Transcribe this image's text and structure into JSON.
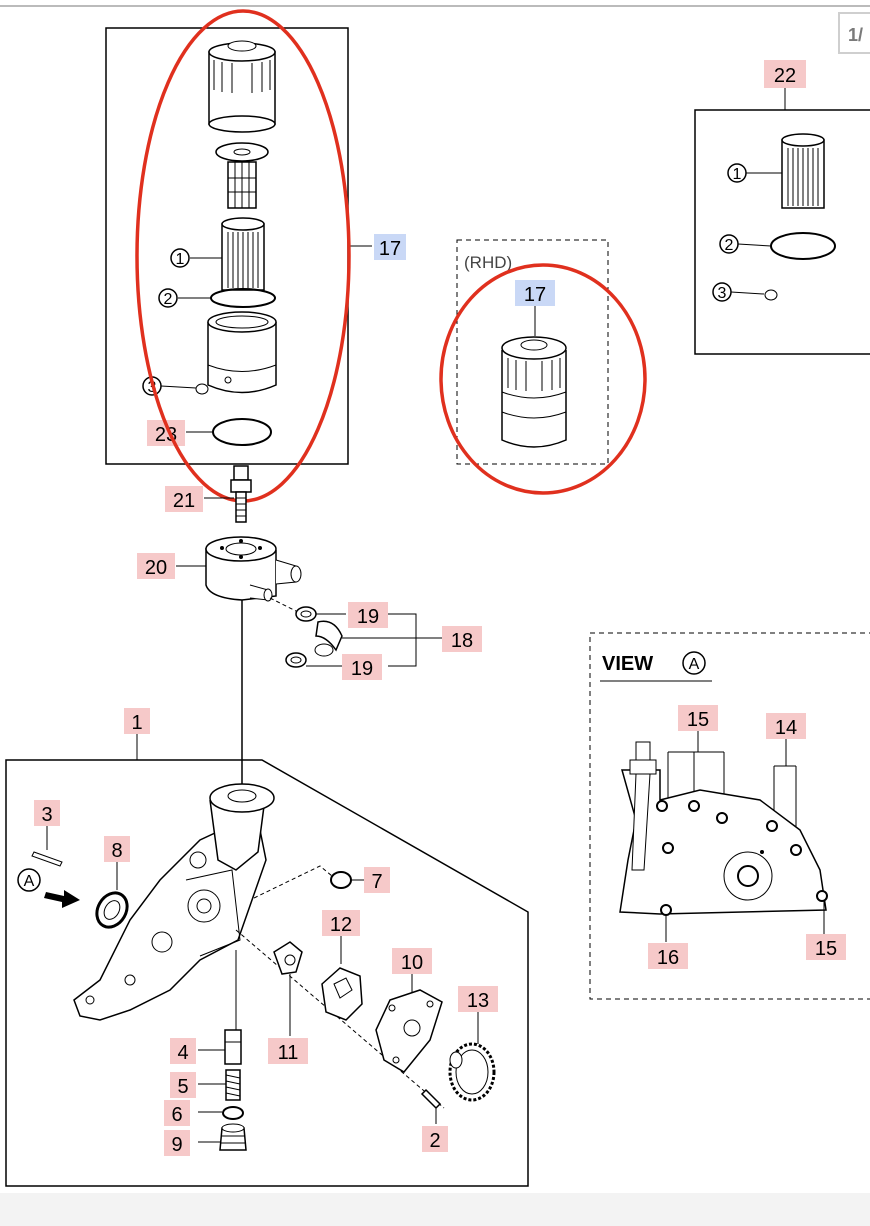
{
  "page_indicator": "1/",
  "colors": {
    "callout_pink": "#f6c9c9",
    "callout_blue": "#c9d8f6",
    "highlight_red": "#e0301e",
    "line": "#000000"
  },
  "callouts": {
    "c17_assembly": "17",
    "c17_rhd": "17",
    "c22": "22",
    "c23": "23",
    "c21": "21",
    "c20": "20",
    "c19_top": "19",
    "c19_bottom": "19",
    "c18": "18",
    "c1": "1",
    "c3": "3",
    "c8": "8",
    "c7": "7",
    "c12": "12",
    "c10": "10",
    "c13": "13",
    "c4": "4",
    "c11": "11",
    "c5": "5",
    "c6": "6",
    "c9": "9",
    "c2": "2",
    "view_15_top": "15",
    "view_14": "14",
    "view_16": "16",
    "view_15_bottom": "15"
  },
  "sub_markers": {
    "m1_left": "1",
    "m2_left": "2",
    "m3_left": "3",
    "m1_right": "1",
    "m2_right": "2",
    "m3_right": "3"
  },
  "text": {
    "rhd_label": "(RHD)",
    "view_title": "VIEW",
    "view_marker": "A",
    "arrow_marker": "A"
  }
}
